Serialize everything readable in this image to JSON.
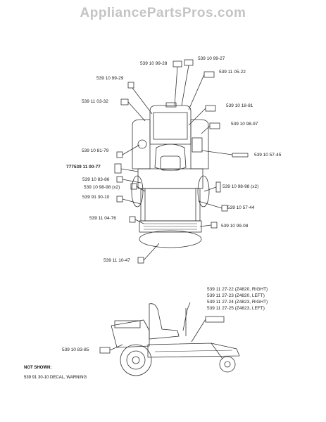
{
  "header": {
    "watermark": "AppliancePartsPros.com"
  },
  "rear_view_labels": [
    {
      "text": "539 10 99-27",
      "bold": false
    },
    {
      "text": "539 10 99-28",
      "bold": false
    },
    {
      "text": "539 11 05-22",
      "bold": false
    },
    {
      "text": "539 10 99-29",
      "bold": false
    },
    {
      "text": "539 11 03-32",
      "bold": false
    },
    {
      "text": "539 10 18-81",
      "bold": false
    },
    {
      "text": "539 10 98-97",
      "bold": false
    },
    {
      "text": "539 10 81-79",
      "bold": false
    },
    {
      "text": "539 10 57-45",
      "bold": false
    },
    {
      "text": "777539 11 00-77",
      "bold": true
    },
    {
      "text": "539 10 83-86",
      "bold": false
    },
    {
      "text": "539 10 98-98 (x2)",
      "bold": false
    },
    {
      "text": "539 10 98-98 (x2)",
      "bold": false
    },
    {
      "text": "539 91 30-10",
      "bold": false
    },
    {
      "text": "539 10 57-44",
      "bold": false
    },
    {
      "text": "539 11 04-76",
      "bold": false
    },
    {
      "text": "539 10 99-08",
      "bold": false
    },
    {
      "text": "539 11 10-47",
      "bold": false
    }
  ],
  "side_view_labels": [
    {
      "text": "539 11 27-22 (Z4820, RIGHT)"
    },
    {
      "text": "539 11 27-23 (Z4820, LEFT)"
    },
    {
      "text": "539 11 27-24 (Z4823, RIGHT)"
    },
    {
      "text": "539 11 27-25 (Z4823, LEFT)"
    },
    {
      "text": "539 10 83-85"
    }
  ],
  "not_shown": {
    "title": "NOT SHOWN:",
    "items": [
      "539 91 30-10 DECAL, WARNING"
    ]
  }
}
